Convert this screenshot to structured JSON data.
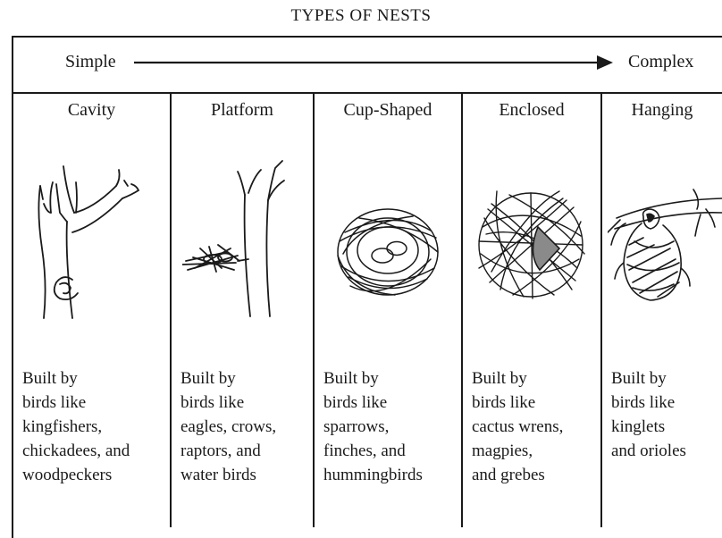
{
  "title": "TYPES OF NESTS",
  "scale": {
    "start": "Simple",
    "end": "Complex"
  },
  "columns": [
    {
      "name": "Cavity",
      "description": "Built by\nbirds like\nkingfishers,\nchickadees, and\nwoodpeckers",
      "illustration": "tree-cavity-illustration"
    },
    {
      "name": "Platform",
      "description": "Built by\nbirds like\neagles, crows,\nraptors, and\nwater birds",
      "illustration": "platform-nest-illustration"
    },
    {
      "name": "Cup-Shaped",
      "description": "Built by\nbirds like\nsparrows,\nfinches, and\nhummingbirds",
      "illustration": "cup-nest-illustration"
    },
    {
      "name": "Enclosed",
      "description": "Built by\nbirds like\ncactus wrens,\nmagpies,\nand grebes",
      "illustration": "enclosed-nest-illustration"
    },
    {
      "name": "Hanging",
      "description": "Built by\nbirds like\nkinglets\nand orioles",
      "illustration": "hanging-nest-illustration"
    }
  ]
}
